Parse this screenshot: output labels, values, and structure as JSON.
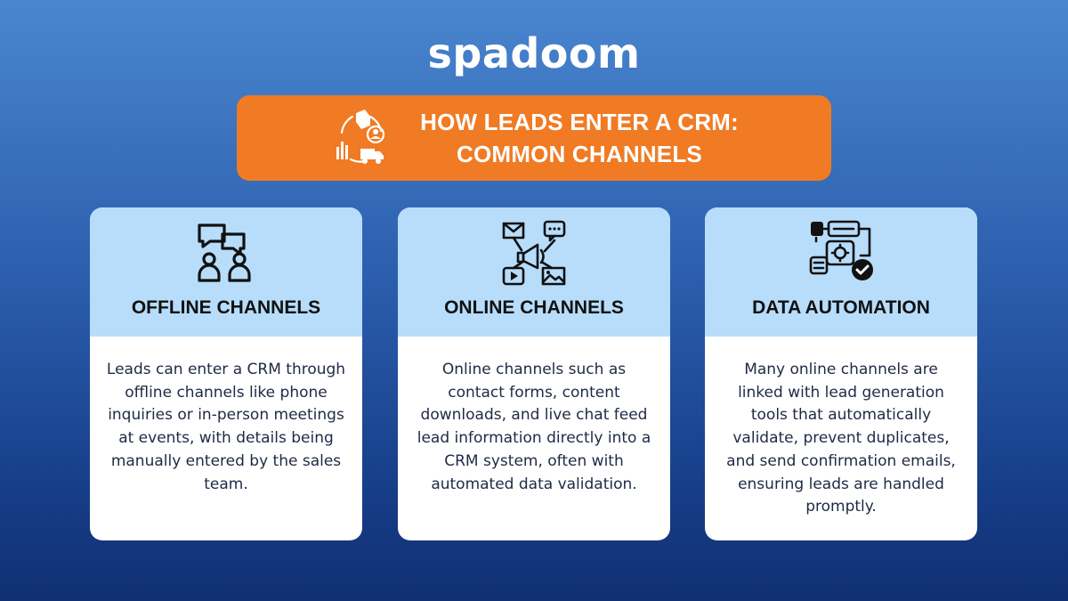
{
  "logo": {
    "text": "spadoom",
    "accent_color": "#f07b24"
  },
  "banner": {
    "line1": "HOW LEADS ENTER A CRM:",
    "line2": "COMMON CHANNELS",
    "icon": "lead-funnel-icon",
    "color": "#f07b24"
  },
  "cards": [
    {
      "icon": "chat-people-icon",
      "title": "OFFLINE CHANNELS",
      "body": "Leads can enter a CRM through offline channels like phone inquiries or in-person meetings at events, with details being manually entered by the sales team."
    },
    {
      "icon": "megaphone-media-icon",
      "title": "ONLINE CHANNELS",
      "body": "Online channels such as contact forms, content downloads, and live chat feed lead information directly into a CRM system, often with automated data validation."
    },
    {
      "icon": "workflow-automation-icon",
      "title": "DATA AUTOMATION",
      "body": "Many online channels are linked with lead generation tools that automatically validate, prevent duplicates, and send confirmation emails, ensuring leads are handled promptly."
    }
  ],
  "colors": {
    "card_header": "#b7ddfb",
    "background_top": "#4a86cf",
    "background_bottom": "#102f72"
  }
}
